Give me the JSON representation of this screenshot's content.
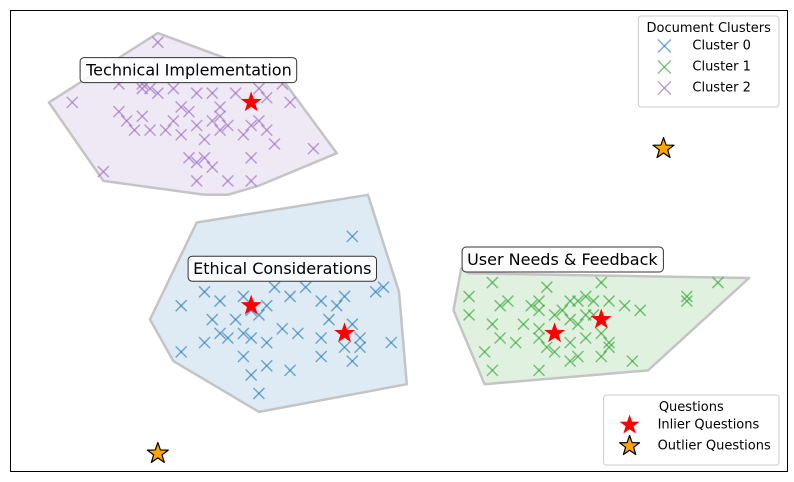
{
  "chart_data": {
    "type": "scatter",
    "xlim": [
      0,
      100
    ],
    "ylim": [
      0,
      100
    ],
    "grid": false,
    "axes_visible": false,
    "clusters": [
      {
        "name": "Cluster 0",
        "label": "Ethical Considerations",
        "color": "#1f77b4",
        "hull": [
          [
            24,
            54
          ],
          [
            46,
            60
          ],
          [
            50,
            39
          ],
          [
            51,
            19
          ],
          [
            32,
            13
          ],
          [
            21,
            24
          ],
          [
            18,
            33
          ]
        ],
        "points": [
          [
            44,
            51
          ],
          [
            22,
            36
          ],
          [
            31,
            35
          ],
          [
            25,
            39
          ],
          [
            34,
            40
          ],
          [
            38,
            40
          ],
          [
            27,
            37
          ],
          [
            30,
            38
          ],
          [
            33,
            36
          ],
          [
            36,
            38
          ],
          [
            40,
            37
          ],
          [
            43,
            38
          ],
          [
            47,
            39
          ],
          [
            48,
            40
          ],
          [
            26,
            33
          ],
          [
            29,
            33
          ],
          [
            32,
            34
          ],
          [
            35,
            31
          ],
          [
            41,
            33
          ],
          [
            44,
            32
          ],
          [
            45,
            29
          ],
          [
            49,
            28
          ],
          [
            22,
            26
          ],
          [
            25,
            28
          ],
          [
            28,
            29
          ],
          [
            31,
            29
          ],
          [
            33,
            28
          ],
          [
            37,
            30
          ],
          [
            40,
            29
          ],
          [
            43,
            27
          ],
          [
            45,
            27
          ],
          [
            44,
            24
          ],
          [
            30,
            25
          ],
          [
            33,
            23
          ],
          [
            31,
            21
          ],
          [
            36,
            22
          ],
          [
            40,
            25
          ],
          [
            32,
            17
          ],
          [
            27,
            30
          ],
          [
            30,
            30
          ],
          [
            42,
            36
          ]
        ]
      },
      {
        "name": "Cluster 1",
        "label": "User Needs & Feedback",
        "color": "#2ca02c",
        "hull": [
          [
            58,
            44
          ],
          [
            59,
            43
          ],
          [
            95,
            42
          ],
          [
            82,
            22
          ],
          [
            61,
            19
          ],
          [
            57,
            35
          ]
        ],
        "points": [
          [
            59,
            38
          ],
          [
            62,
            41
          ],
          [
            63,
            36
          ],
          [
            64,
            37
          ],
          [
            67,
            36
          ],
          [
            68,
            37
          ],
          [
            69,
            40
          ],
          [
            71,
            35
          ],
          [
            72,
            37
          ],
          [
            73,
            37
          ],
          [
            74,
            38
          ],
          [
            75,
            37
          ],
          [
            76,
            41
          ],
          [
            77,
            37
          ],
          [
            79,
            36
          ],
          [
            81,
            35
          ],
          [
            87,
            37
          ],
          [
            87,
            38
          ],
          [
            91,
            41
          ],
          [
            59,
            34
          ],
          [
            62,
            32
          ],
          [
            66,
            32
          ],
          [
            68,
            31
          ],
          [
            70,
            34
          ],
          [
            72,
            33
          ],
          [
            73,
            32
          ],
          [
            74,
            34
          ],
          [
            75,
            34
          ],
          [
            76,
            30
          ],
          [
            77,
            28
          ],
          [
            63,
            29
          ],
          [
            65,
            28
          ],
          [
            68,
            29
          ],
          [
            69,
            27
          ],
          [
            72,
            28
          ],
          [
            73,
            25
          ],
          [
            76,
            25
          ],
          [
            77,
            27
          ],
          [
            61,
            26
          ],
          [
            62,
            22
          ],
          [
            68,
            22
          ],
          [
            70,
            26
          ],
          [
            72,
            24
          ],
          [
            80,
            24
          ],
          [
            68,
            35
          ],
          [
            74,
            29
          ]
        ]
      },
      {
        "name": "Cluster 2",
        "label": "Technical Implementation",
        "color": "#9467bd",
        "hull": [
          [
            19,
            95
          ],
          [
            35,
            85
          ],
          [
            42,
            69
          ],
          [
            32,
            62
          ],
          [
            28,
            60
          ],
          [
            25,
            60
          ],
          [
            12,
            63
          ],
          [
            5,
            80
          ]
        ],
        "points": [
          [
            19,
            93
          ],
          [
            14,
            84
          ],
          [
            17,
            83
          ],
          [
            17,
            84
          ],
          [
            18,
            83
          ],
          [
            19,
            82
          ],
          [
            21,
            83
          ],
          [
            24,
            82
          ],
          [
            26,
            82
          ],
          [
            29,
            82
          ],
          [
            32,
            83
          ],
          [
            33,
            81
          ],
          [
            35,
            84
          ],
          [
            8,
            80
          ],
          [
            14,
            78
          ],
          [
            15,
            76
          ],
          [
            16,
            74
          ],
          [
            17,
            77
          ],
          [
            18,
            74
          ],
          [
            21,
            76
          ],
          [
            22,
            79
          ],
          [
            23,
            78
          ],
          [
            24,
            75
          ],
          [
            27,
            79
          ],
          [
            26,
            76
          ],
          [
            28,
            75
          ],
          [
            31,
            75
          ],
          [
            33,
            74
          ],
          [
            20,
            74
          ],
          [
            22,
            73
          ],
          [
            25,
            72
          ],
          [
            27,
            74
          ],
          [
            30,
            73
          ],
          [
            32,
            76
          ],
          [
            23,
            68
          ],
          [
            24,
            67
          ],
          [
            25,
            68
          ],
          [
            26,
            66
          ],
          [
            31,
            68
          ],
          [
            34,
            71
          ],
          [
            39,
            70
          ],
          [
            12,
            65
          ],
          [
            24,
            63
          ],
          [
            28,
            63
          ],
          [
            31,
            63
          ],
          [
            36,
            80
          ],
          [
            27,
            77
          ]
        ]
      }
    ],
    "inlier_questions": {
      "name": "Inlier Questions",
      "color": "#ff0000",
      "points": [
        [
          31,
          80
        ],
        [
          31,
          36
        ],
        [
          43,
          30
        ],
        [
          70,
          30
        ],
        [
          76,
          33
        ]
      ]
    },
    "outlier_questions": {
      "name": "Outlier Questions",
      "color": "#ffa500",
      "points": [
        [
          84,
          70
        ],
        [
          19,
          4
        ]
      ]
    },
    "legends": [
      {
        "title": "Document Clusters",
        "placement": "top-right",
        "entries": [
          "Cluster 0",
          "Cluster 1",
          "Cluster 2"
        ]
      },
      {
        "title": "Questions",
        "placement": "bottom-right",
        "entries": [
          "Inlier Questions",
          "Outlier Questions"
        ]
      }
    ]
  }
}
